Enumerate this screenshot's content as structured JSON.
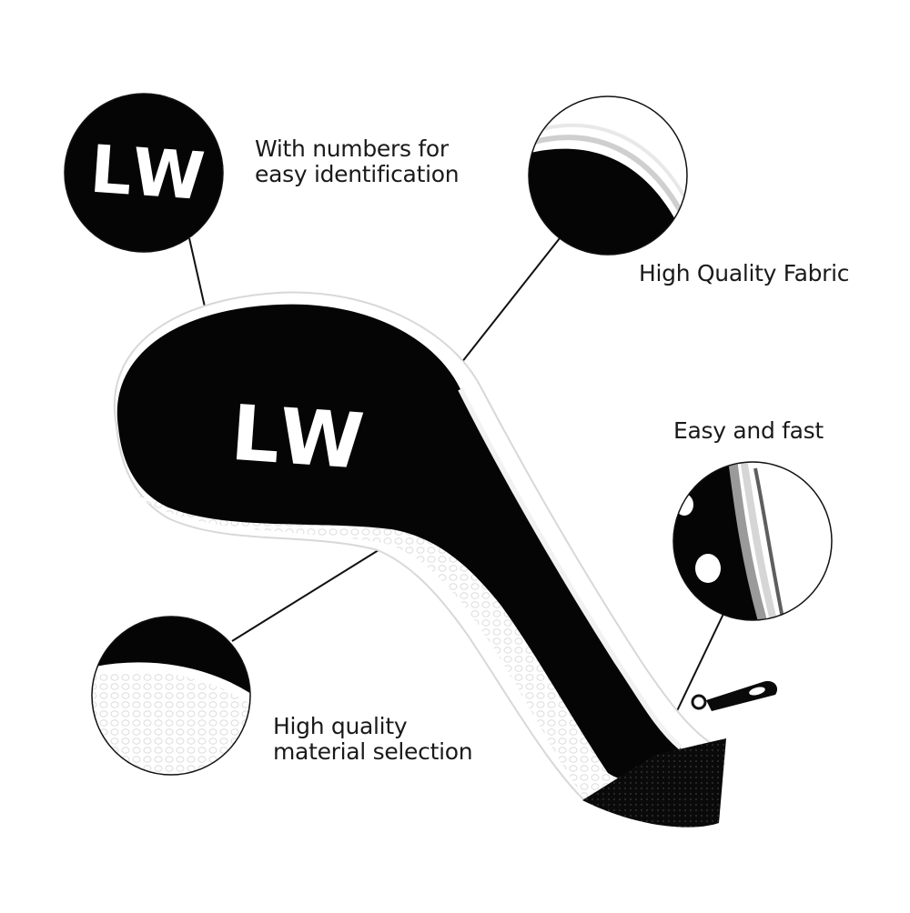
{
  "product": {
    "number_label": "LW",
    "colors": {
      "body": "#050505",
      "trim": "#ffffff",
      "mesh_shadow": "#e4e4e4",
      "callout_line": "#111111",
      "zipper_metal": "#b8b8b8"
    }
  },
  "callouts": {
    "numbers": {
      "line1": "With numbers for",
      "line2": "easy identification",
      "zoom_text": "LW"
    },
    "fabric": {
      "text": "High Quality Fabric"
    },
    "zipper": {
      "text": "Easy and fast"
    },
    "material": {
      "line1": "High quality",
      "line2": "material selection"
    }
  }
}
